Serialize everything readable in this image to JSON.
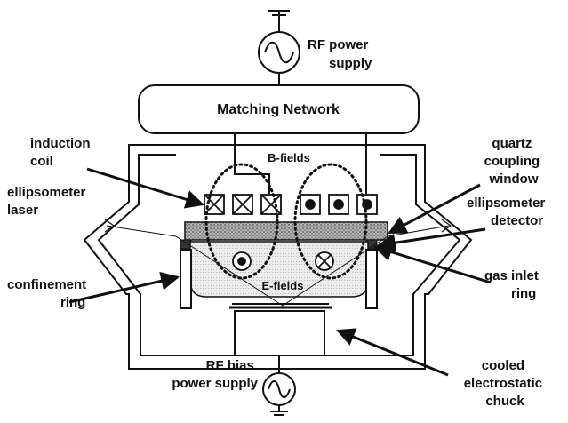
{
  "diagram": {
    "rf_power_supply": [
      "RF power",
      "supply"
    ],
    "matching_network": "Matching Network",
    "induction_coil": [
      "induction",
      "coil"
    ],
    "b_fields": "B-fields",
    "quartz_window": [
      "quartz",
      "coupling",
      "window"
    ],
    "ellipsometer_laser": [
      "ellipsometer",
      "laser"
    ],
    "ellipsometer_detector": [
      "ellipsometer",
      "detector"
    ],
    "e_fields": "E-fields",
    "confinement_ring": [
      "confinement",
      "ring"
    ],
    "gas_inlet_ring": [
      "gas inlet",
      "ring"
    ],
    "rf_bias": [
      "RF  bias",
      "power supply"
    ],
    "cooled_chuck": [
      "cooled",
      "electrostatic",
      "chuck"
    ]
  },
  "colors": {
    "line": "#111111",
    "quartz_fill": "#9a9a9a",
    "plasma_fill": "#e2e2e2"
  }
}
